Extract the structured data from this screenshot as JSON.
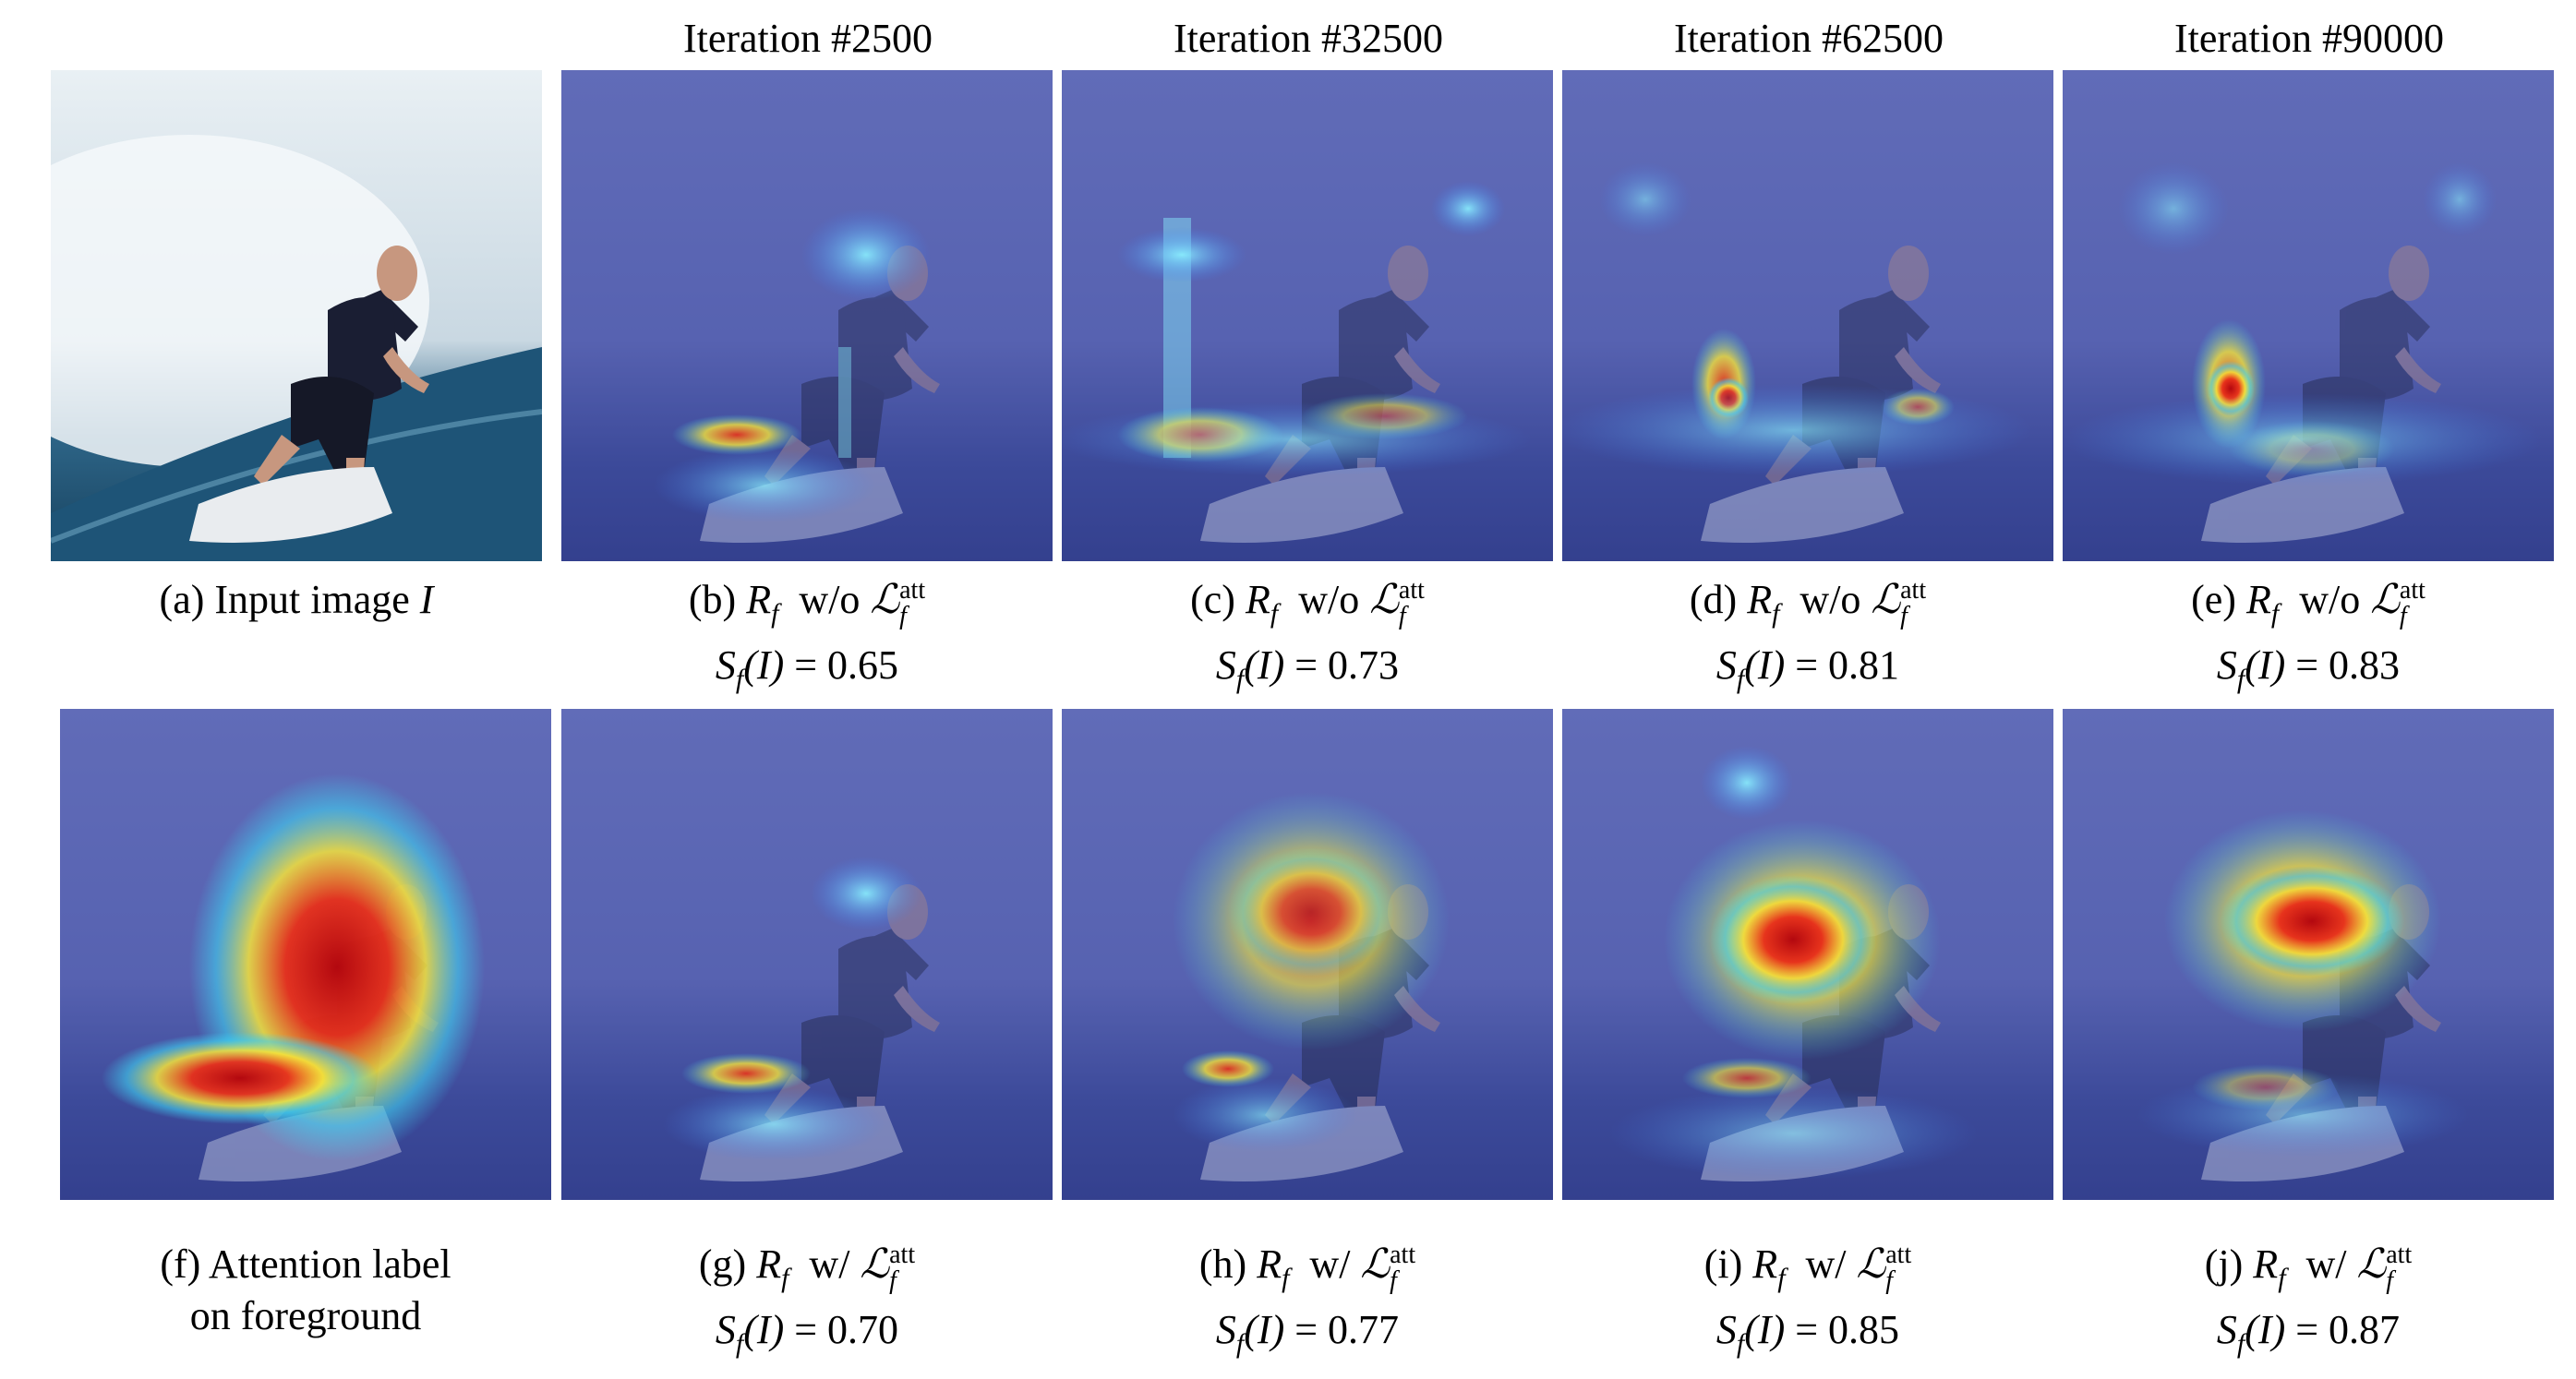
{
  "column_headers": [
    "",
    "Iteration #2500",
    "Iteration #32500",
    "Iteration #62500",
    "Iteration #90000"
  ],
  "row1_captions": [
    {
      "tag": "(a)",
      "text": "Input image",
      "var": "I",
      "score": ""
    },
    {
      "tag": "(b)",
      "text": "w/o",
      "var": "R",
      "score": "= 0.65"
    },
    {
      "tag": "(c)",
      "text": "w/o",
      "var": "R",
      "score": "= 0.73"
    },
    {
      "tag": "(d)",
      "text": "w/o",
      "var": "R",
      "score": "= 0.81"
    },
    {
      "tag": "(e)",
      "text": "w/o",
      "var": "R",
      "score": "= 0.83"
    }
  ],
  "row2_captions": [
    {
      "tag": "(f)",
      "line1": "Attention label",
      "line2": "on foreground"
    },
    {
      "tag": "(g)",
      "text": "w/",
      "var": "R",
      "score": "= 0.70"
    },
    {
      "tag": "(h)",
      "text": "w/",
      "var": "R",
      "score": "= 0.77"
    },
    {
      "tag": "(i)",
      "text": "w/",
      "var": "R",
      "score": "= 0.85"
    },
    {
      "tag": "(j)",
      "text": "w/",
      "var": "R",
      "score": "= 0.87"
    }
  ],
  "math": {
    "sub": "f",
    "sup": "att",
    "loss": "ℒ",
    "score_fn": "S",
    "arg": "(I)"
  },
  "colors": {
    "overlay": "#4a57b0",
    "sky": "#dfe9ef",
    "wave": "#1f4d6e",
    "hot": "#d4141a",
    "warm": "#f5e33a",
    "cool": "#3fd0f0"
  }
}
